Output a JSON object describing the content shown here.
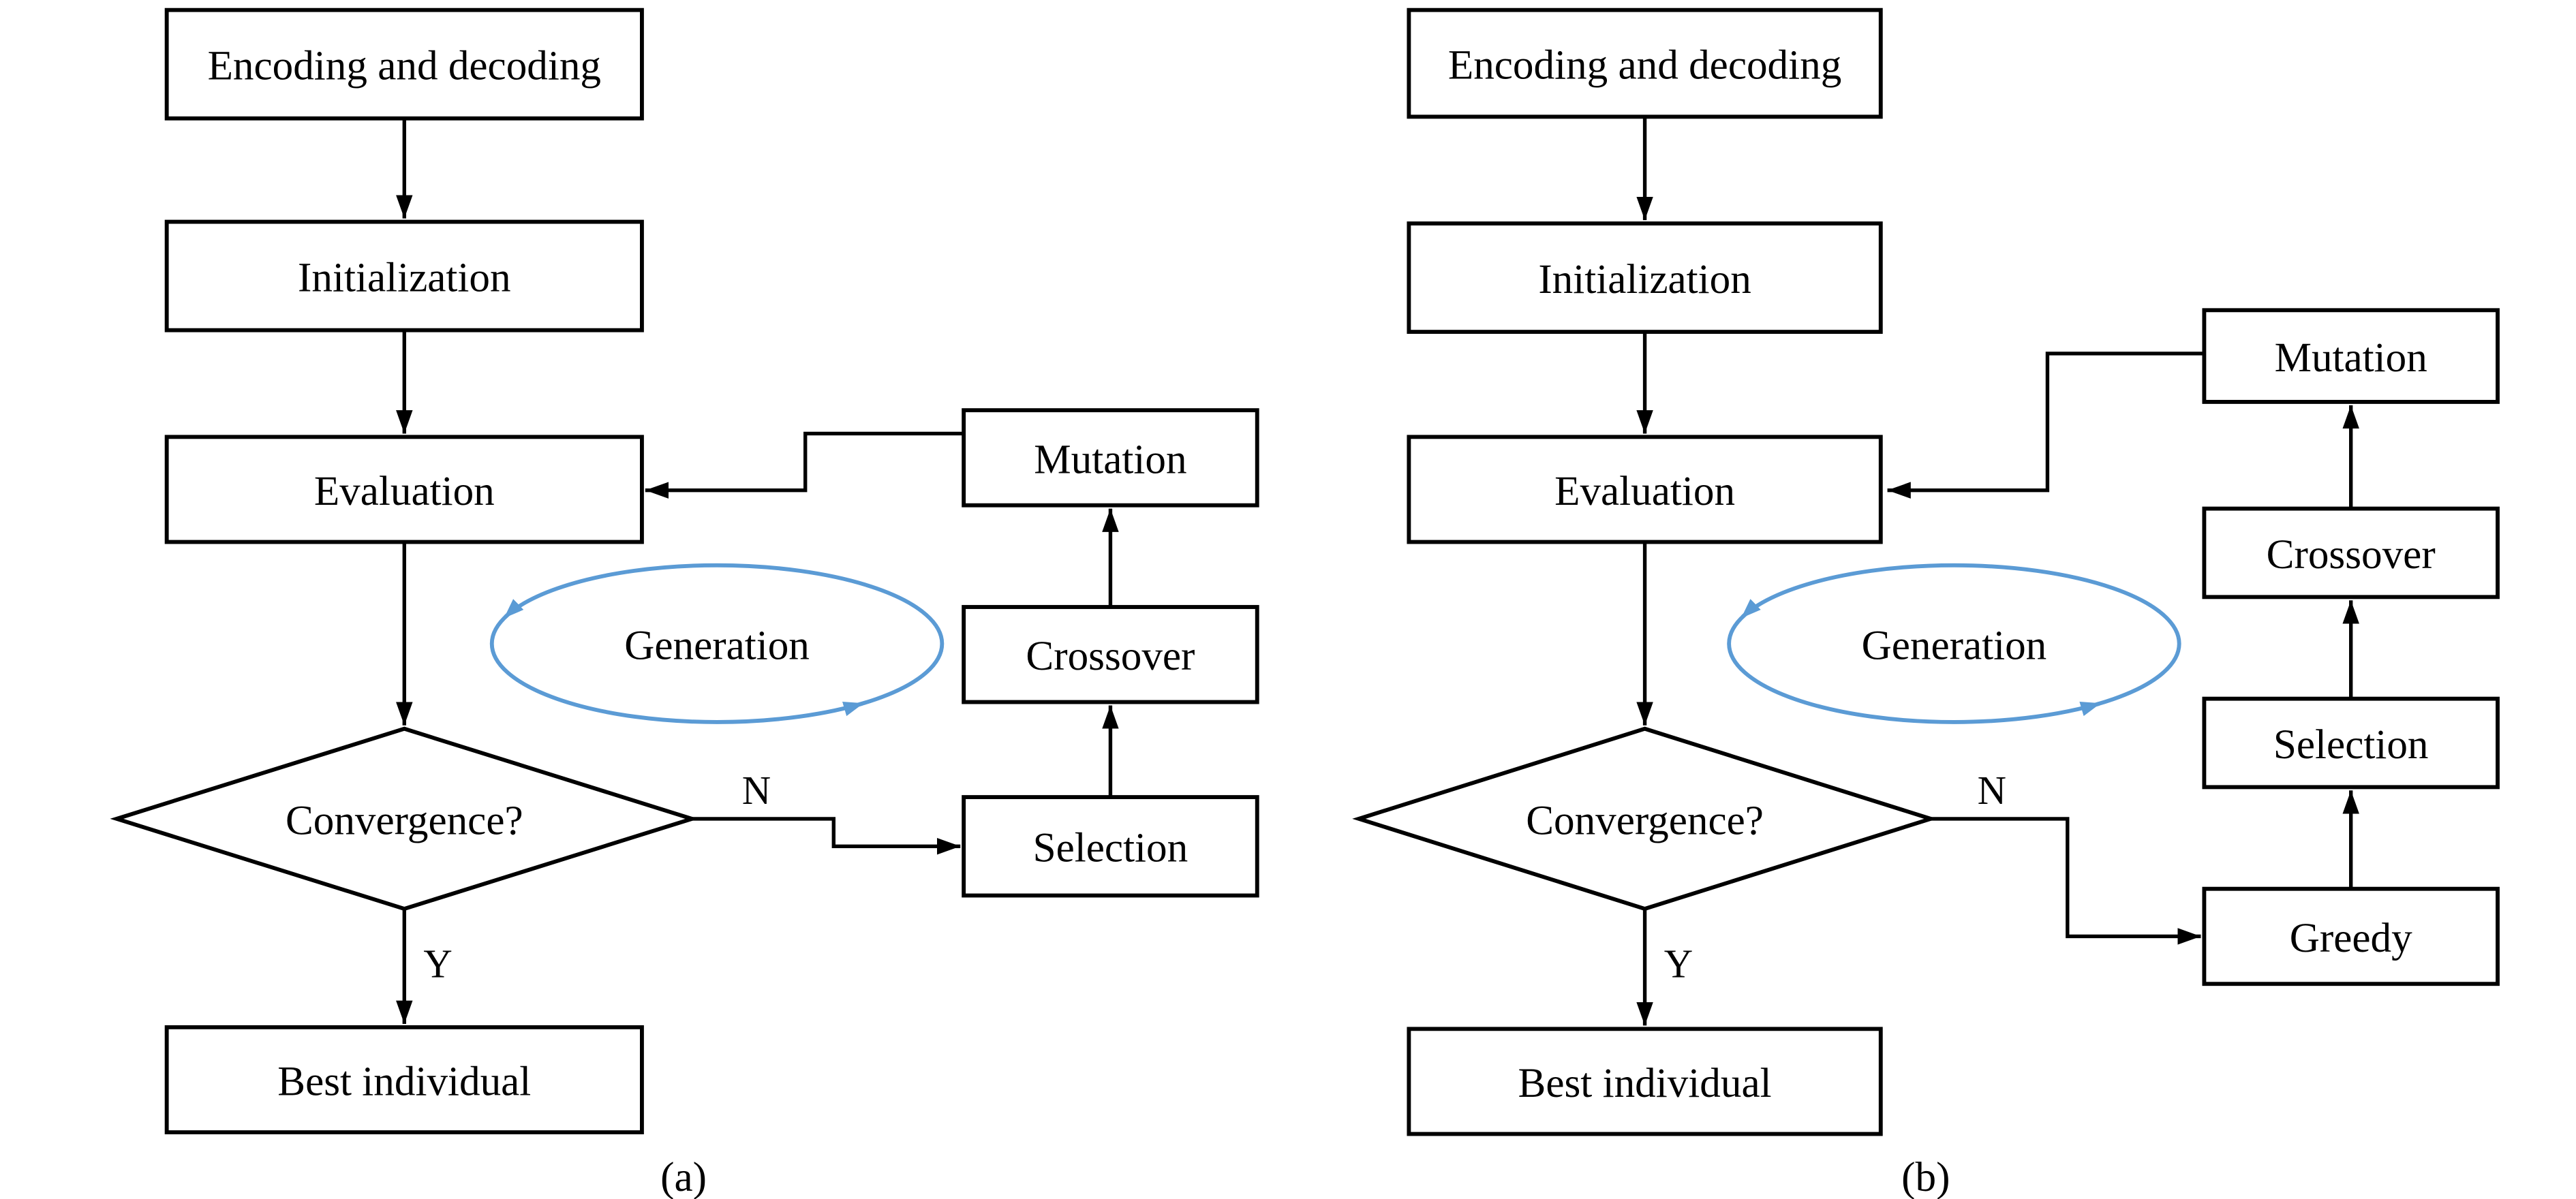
{
  "figure": {
    "background": "#ffffff",
    "line_color": "#000000",
    "accent_blue": "#5b9bd5"
  },
  "diagram_a": {
    "caption": "(a)",
    "nodes": {
      "encoding": "Encoding and decoding",
      "initialization": "Initialization",
      "evaluation": "Evaluation",
      "convergence": "Convergence?",
      "best_individual": "Best individual",
      "selection": "Selection",
      "crossover": "Crossover",
      "mutation": "Mutation",
      "generation": "Generation"
    },
    "branch_labels": {
      "yes": "Y",
      "no": "N"
    }
  },
  "diagram_b": {
    "caption": "(b)",
    "nodes": {
      "encoding": "Encoding and decoding",
      "initialization": "Initialization",
      "evaluation": "Evaluation",
      "convergence": "Convergence?",
      "best_individual": "Best individual",
      "greedy": "Greedy",
      "selection": "Selection",
      "crossover": "Crossover",
      "mutation": "Mutation",
      "generation": "Generation"
    },
    "branch_labels": {
      "yes": "Y",
      "no": "N"
    }
  }
}
